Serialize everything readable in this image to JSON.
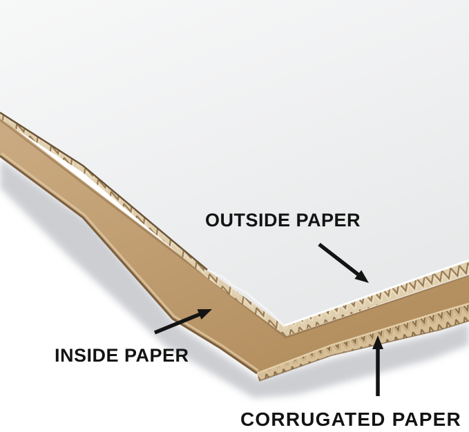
{
  "figure": {
    "type": "annotated-photo",
    "subject": "corrugated cardboard sheet layers",
    "colors": {
      "background": "#ffffff",
      "outside_paper": "#eef0f1",
      "kraft_paper": "#c3a277",
      "flute_paper": "#d7c098",
      "flute_line": "#8c6f4a",
      "shadow": "#c6c9cd",
      "annotation": "#131313"
    }
  },
  "labels": {
    "outside": {
      "text": "OUTSIDE PAPER"
    },
    "inside": {
      "text": "INSIDE PAPER"
    },
    "corrugated": {
      "text": "CORRUGATED PAPER"
    }
  }
}
